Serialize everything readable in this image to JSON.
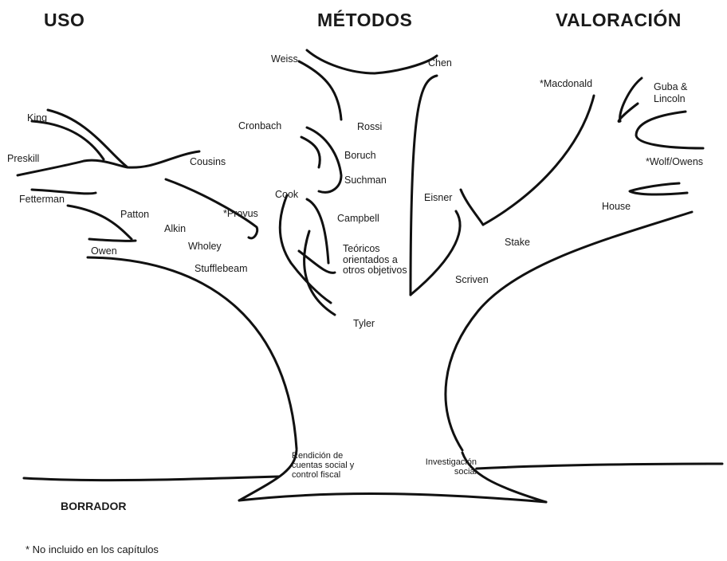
{
  "headings": {
    "uso": "USO",
    "metodos": "MÉTODOS",
    "valoracion": "VALORACIÓN"
  },
  "theorists": {
    "king": "King",
    "preskill": "Preskill",
    "fetterman": "Fetterman",
    "patton": "Patton",
    "alkin": "Alkin",
    "owen": "Owen",
    "cousins": "Cousins",
    "provus": "*Provus",
    "wholey": "Wholey",
    "stufflebeam": "Stufflebeam",
    "weiss": "Weiss",
    "chen": "Chen",
    "cronbach": "Cronbach",
    "rossi": "Rossi",
    "boruch": "Boruch",
    "suchman": "Suchman",
    "cook": "Cook",
    "campbell": "Campbell",
    "teoricos": "Teóricos orientados a otros objetivos",
    "tyler": "Tyler",
    "macdonald": "*Macdonald",
    "guba_lincoln": "Guba & Lincoln",
    "wolf_owens": "*Wolf/Owens",
    "eisner": "Eisner",
    "house": "House",
    "stake": "Stake",
    "scriven": "Scriven"
  },
  "roots": {
    "rendicion": "Rendición de cuentas social y control fiscal",
    "investigacion": "Investigación social"
  },
  "watermark": "BORRADOR",
  "footnote": "* No incluido en los capítulos"
}
